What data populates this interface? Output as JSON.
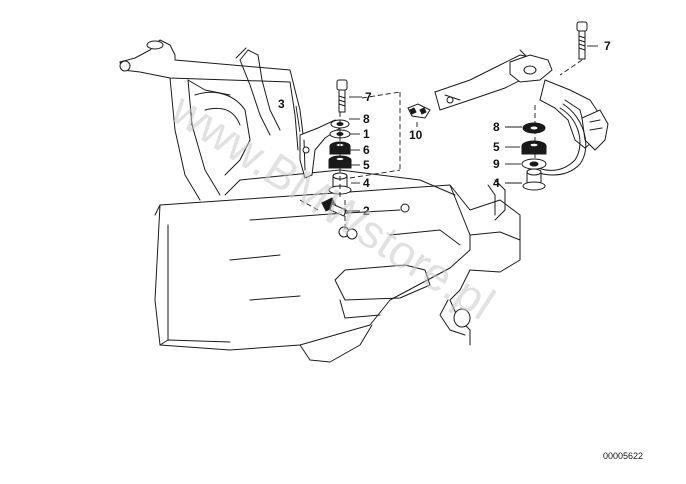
{
  "diagram": {
    "callouts": {
      "c1": "1",
      "c2": "2",
      "c3": "3",
      "c4a": "4",
      "c4b": "4",
      "c5a": "5",
      "c5b": "5",
      "c6": "6",
      "c7a": "7",
      "c7b": "7",
      "c8a": "8",
      "c8b": "8",
      "c9": "9",
      "c10": "10"
    },
    "watermark": "www.BMWstore.pl",
    "part_number": "00005622"
  }
}
